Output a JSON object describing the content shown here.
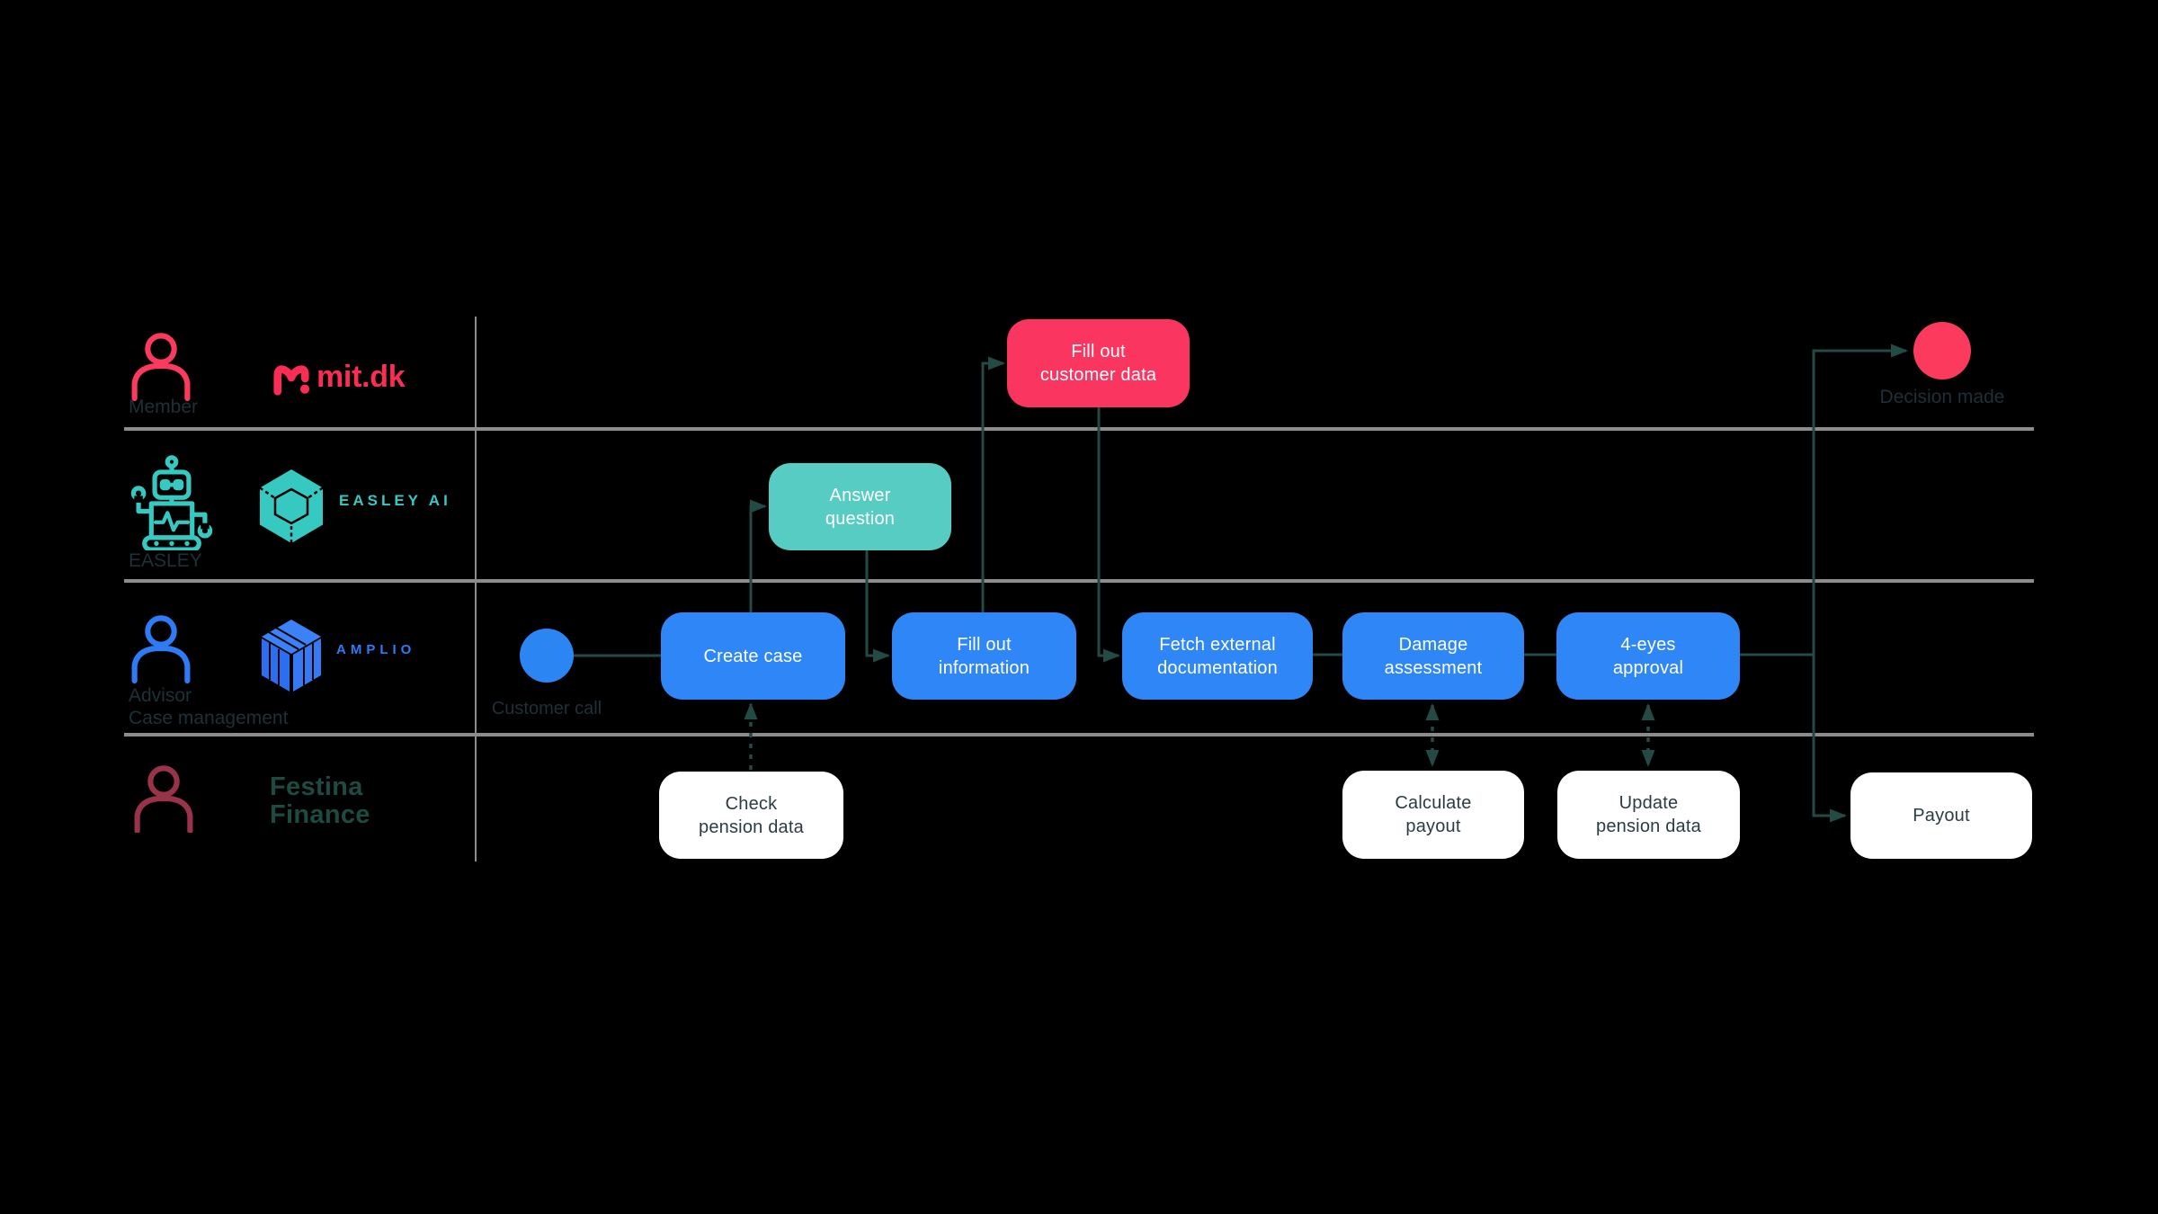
{
  "colors": {
    "background": "#000000",
    "member_accent": "#fb3a5d",
    "easley_accent": "#35c9c2",
    "advisor_accent": "#2e7bf6",
    "festina_logo_green": "#1d4a41",
    "festina_person_red": "#983349",
    "task_blue": "#2e86f7",
    "task_teal": "#56ccc3",
    "task_red": "#fa3560",
    "task_white": "#ffffff",
    "connector": "#234a44",
    "lane_line": "#8c8c8c",
    "actor_label_text": "#1e3038"
  },
  "lanes": {
    "member": {
      "actor_label": "Member",
      "brand": "mit.dk"
    },
    "easley": {
      "actor_label": "EASLEY",
      "brand": "EASLEY AI"
    },
    "advisor": {
      "actor_label": "Advisor",
      "actor_sublabel": "Case management",
      "brand": "AMPLIO"
    },
    "festina": {
      "brand_line1": "Festina",
      "brand_line2": "Finance"
    }
  },
  "events": {
    "customer_call": {
      "label": "Customer call"
    },
    "decision_made": {
      "label": "Decision made"
    }
  },
  "tasks": {
    "create_case": {
      "label": "Create case"
    },
    "answer_question": {
      "label": "Answer\nquestion"
    },
    "fill_out_customer_data": {
      "label": "Fill out\ncustomer data"
    },
    "fill_out_information": {
      "label": "Fill out\ninformation"
    },
    "fetch_external_documentation": {
      "label": "Fetch external\ndocumentation"
    },
    "damage_assessment": {
      "label": "Damage\nassessment"
    },
    "four_eyes_approval": {
      "label": "4-eyes\napproval"
    },
    "check_pension_data": {
      "label": "Check\npension data"
    },
    "calculate_payout": {
      "label": "Calculate\npayout"
    },
    "update_pension_data": {
      "label": "Update\npension data"
    },
    "payout": {
      "label": "Payout"
    }
  }
}
